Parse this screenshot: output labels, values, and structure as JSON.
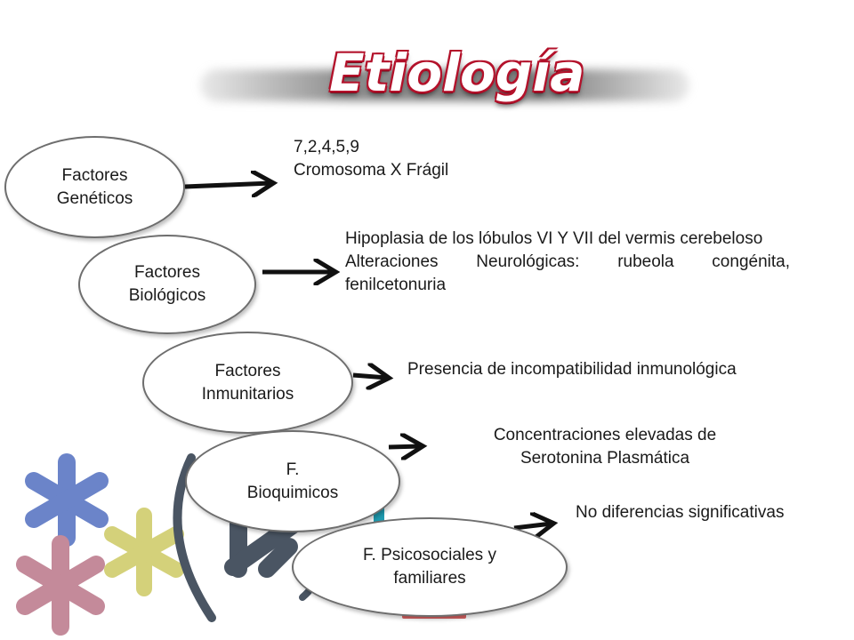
{
  "title": "Etiología",
  "factors": [
    {
      "label": "Factores\nGenéticos",
      "lines": [
        "7,2,4,5,9",
        "Cromosoma X Frágil"
      ]
    },
    {
      "label": "Factores\nBiológicos",
      "lines": [
        "Hipoplasia de los lóbulos VI Y VII del vermis cerebeloso",
        "Alteraciones Neurológicas: rubeola congénita, fenilcetonuria"
      ]
    },
    {
      "label": "Factores\nInmunitarios",
      "lines": [
        "Presencia de incompatibilidad inmunológica"
      ]
    },
    {
      "label": "F.\nBioquimicos",
      "lines": [
        "Concentraciones elevadas de Serotonina Plasmática"
      ]
    },
    {
      "label": "F. Psicosociales y familiares",
      "lines": [
        "No diferencias significativas"
      ]
    }
  ],
  "colors": {
    "title_outline": "#b3112a",
    "arrow": "#111111",
    "ellipse_border": "#6e6e6e",
    "asterisk_blue": "#6b84c9",
    "asterisk_pink": "#c48a9a",
    "asterisk_yellow": "#d4d17a",
    "asterisk_dark": "#4a5563",
    "accent_teal": "#1f9bb0"
  }
}
